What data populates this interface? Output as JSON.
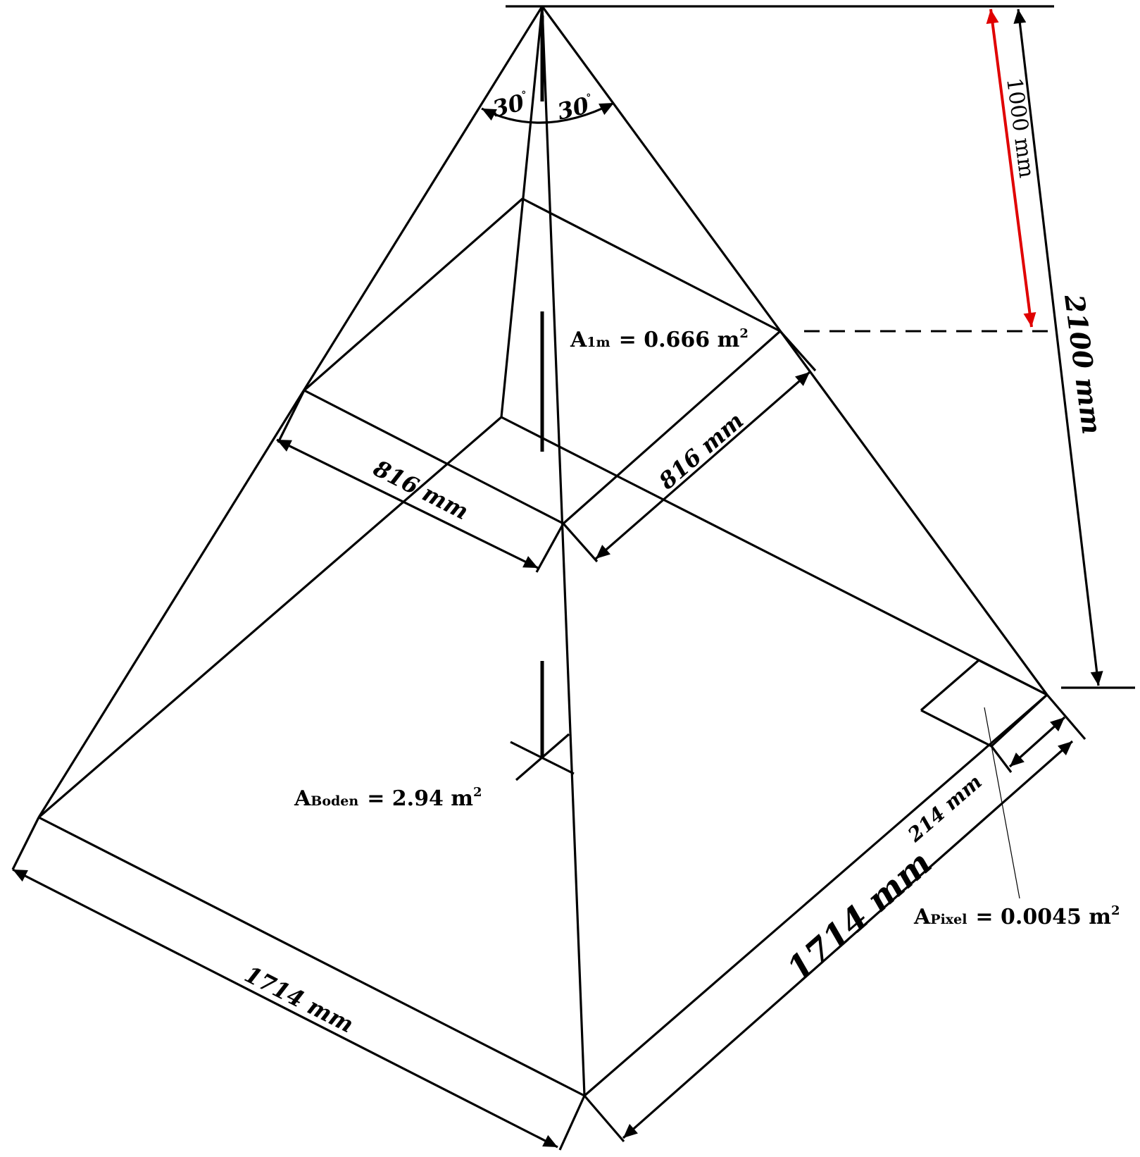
{
  "diagram": {
    "angles": {
      "left": "30",
      "right": "30",
      "degree_symbol": "°"
    },
    "dimensions": {
      "red_height": "1000 mm",
      "total_height": "2100 mm",
      "top_side_left": "816 mm",
      "top_side_right": "816 mm",
      "base_side_left": "1714 mm",
      "base_side_right": "1714 mm",
      "pixel_side": "214 mm"
    },
    "areas": {
      "a1m": {
        "letter": "A",
        "sub": "1m",
        "value": "= 0.666 m",
        "sup": "2"
      },
      "boden": {
        "letter": "A",
        "sub": "Boden",
        "value": "= 2.94 m",
        "sup": "2"
      },
      "pixel": {
        "letter": "A",
        "sub": "Pixel",
        "value": "= 0.0045 m",
        "sup": "2"
      }
    },
    "colors": {
      "lines": "#000000",
      "highlight_arrow": "#e00000",
      "background": "#ffffff"
    }
  }
}
